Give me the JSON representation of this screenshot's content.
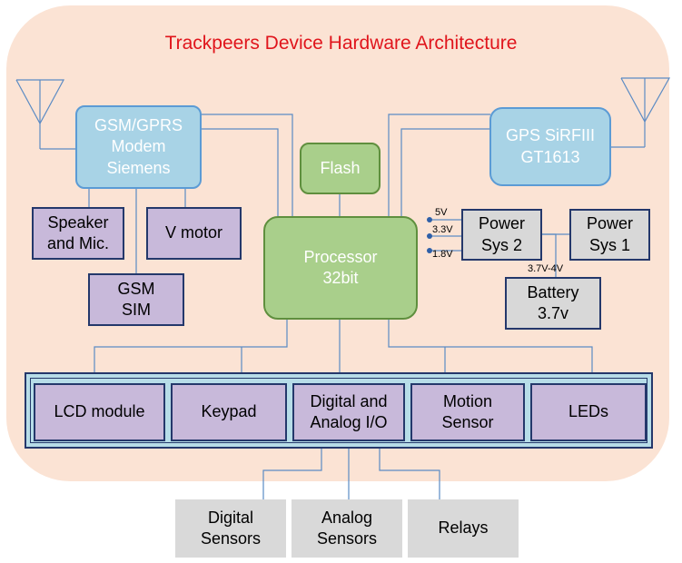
{
  "title": "Trackpeers Device Hardware Architecture",
  "boxes": {
    "gsm_modem": "GSM/GPRS\nModem\nSiemens",
    "gps": "GPS SiRFIII\nGT1613",
    "flash": "Flash",
    "processor": "Processor\n32bit",
    "speaker": "Speaker\nand Mic.",
    "vmotor": "V motor",
    "gsm_sim": "GSM\nSIM",
    "power_sys2": "Power\nSys 2",
    "power_sys1": "Power\nSys 1",
    "battery": "Battery\n3.7v",
    "lcd": "LCD module",
    "keypad": "Keypad",
    "digital_analog_io": "Digital and\nAnalog I/O",
    "motion_sensor": "Motion\nSensor",
    "leds": "LEDs",
    "digital_sensors": "Digital\nSensors",
    "analog_sensors": "Analog\nSensors",
    "relays": "Relays"
  },
  "voltages": {
    "v5": "5V",
    "v33": "3.3V",
    "v18": "1.8V",
    "battery_range": "3.7V-4V"
  },
  "colors": {
    "title": "#e0151c",
    "background": "#fbe3d4",
    "wire": "#5b8bc4"
  }
}
